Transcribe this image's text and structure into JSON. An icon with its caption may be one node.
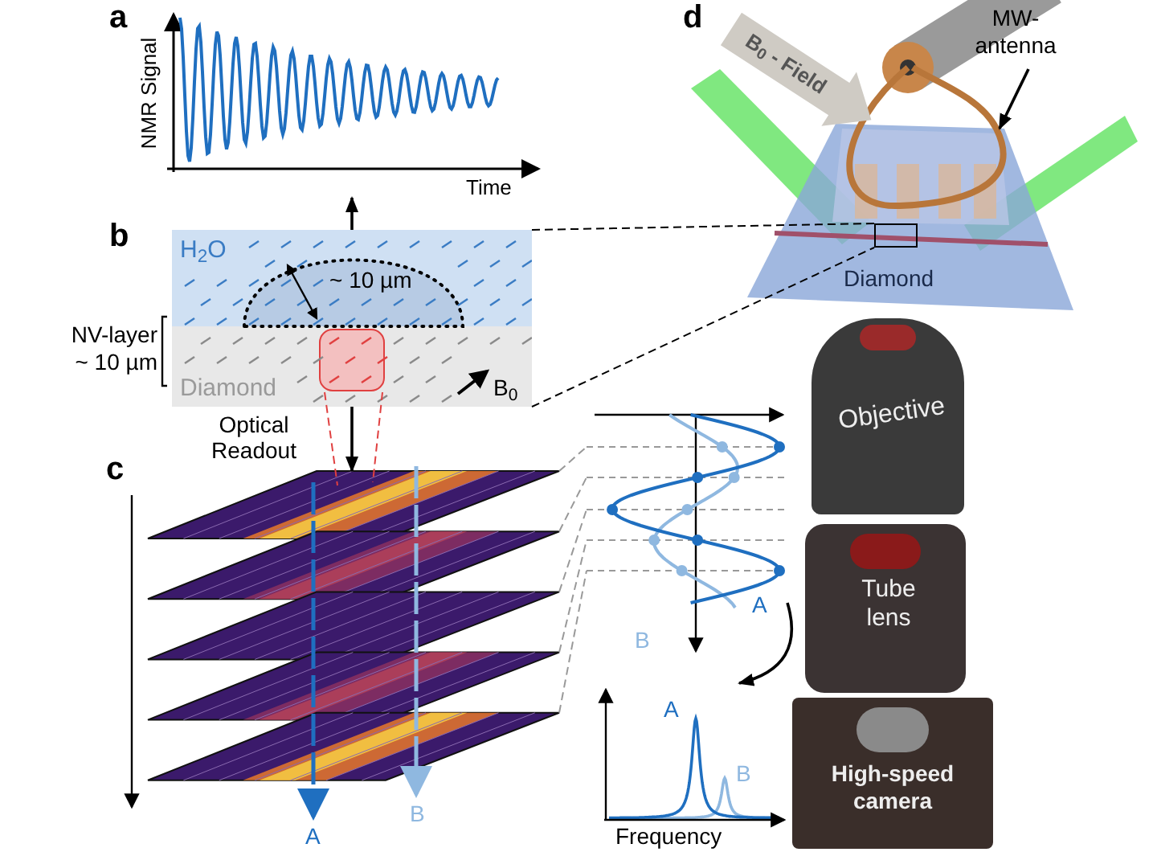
{
  "diagram": {
    "nodes": [
      {
        "text": [
          "NMR Signal",
          "Time"
        ]
      },
      {
        "text": [
          "H$_{2}$O",
          "~ 10 µm",
          "Diamond",
          "B$_{0}$"
        ],
        "beside": [
          "NV-layer ~ 10 µm"
        ]
      },
      {
        "text": [
          "A",
          "B"
        ]
      },
      {
        "text": [
          "A",
          "B"
        ]
      },
      {
        "text": [
          "A",
          "B",
          "Frequency"
        ]
      },
      {
        "text": [
          "B$_{0}$ - Field",
          "Diamond"
        ]
      },
      {
        "text": [
          "MW- antenna"
        ],
        "in": 5
      },
      {
        "text": [],
        "shape": "box",
        "in": 5
      },
      {
        "text": [
          "Objective",
          "Tube lens",
          "High-speed camera"
        ]
      }
    ],
    "edges": [
      {
        "from": 1,
        "to": 0,
        "arrow": "to"
      },
      {
        "from": 1,
        "to": 2,
        "arrow": "to"
      },
      {
        "from": 2,
        "to": 3,
        "arrow": "none",
        "style": "dashed",
        "color": "#999999"
      },
      {
        "from": 2,
        "to": 3,
        "arrow": "none",
        "style": "dashed",
        "color": "#999999"
      },
      {
        "from": 2,
        "to": 3,
        "arrow": "none",
        "style": "dashed",
        "color": "#999999"
      },
      {
        "from": 2,
        "to": 3,
        "arrow": "none",
        "style": "dashed",
        "color": "#999999"
      },
      {
        "from": 2,
        "to": 3,
        "arrow": "none",
        "style": "dashed",
        "color": "#999999"
      },
      {
        "from": 3,
        "to": 4,
        "arrow": "to"
      },
      {
        "from": 1,
        "to": 7,
        "arrow": "none",
        "style": "dashed"
      },
      {
        "from": 1,
        "to": 7,
        "arrow": "none",
        "style": "dashed"
      },
      {
        "from": 6,
        "to": null,
        "arrow": "to"
      },
      {
        "from": 1,
        "to": 2,
        "arrow": "none",
        "style": "dashed",
        "color": "#e04040"
      },
      {
        "from": 1,
        "to": 2,
        "arrow": "none",
        "style": "dashed",
        "color": "#e04040"
      }
    ],
    "labels": [
      "a",
      "b",
      "Optical Readout",
      "c",
      "d"
    ]
  }
}
